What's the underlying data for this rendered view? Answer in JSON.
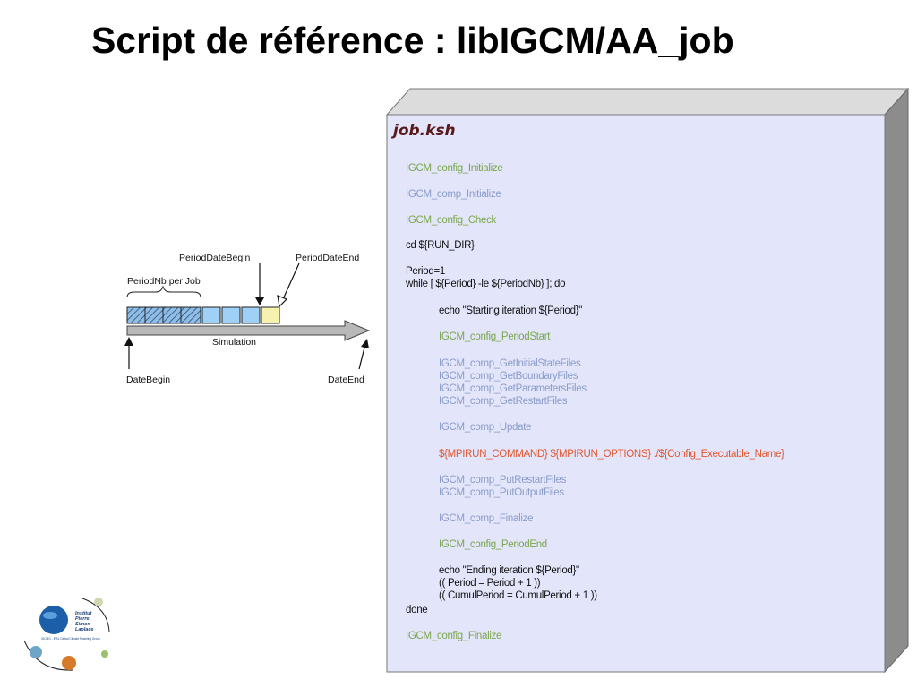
{
  "title": "Script de référence : libIGCM/AA_job",
  "timeline": {
    "period_date_begin": "PeriodDateBegin",
    "period_date_end": "PeriodDateEnd",
    "periodnb_per_job": "PeriodNb per Job",
    "simulation": "Simulation",
    "date_begin": "DateBegin",
    "date_end": "DateEnd",
    "hatched_color": "#8fbde6",
    "block_color": "#9fd0f5",
    "current_color": "#f7f1b0"
  },
  "box": {
    "title": "job.ksh",
    "fill_color": "#e3e5fb",
    "lines": [
      {
        "text": "IGCM_config_Initialize",
        "color": "green"
      },
      {
        "text": "IGCM_comp_Initialize",
        "color": "blue"
      },
      {
        "text": "IGCM_config_Check",
        "color": "green"
      },
      {
        "text": "cd ${RUN_DIR}",
        "color": "black"
      },
      {
        "text": "Period=1",
        "color": "black"
      },
      {
        "text": "while [ ${Period} -le ${PeriodNb} ]; do",
        "color": "black"
      },
      {
        "text": "echo \"Starting iteration ${Period}\"",
        "color": "black"
      },
      {
        "text": "IGCM_config_PeriodStart",
        "color": "green"
      },
      {
        "text": "IGCM_comp_GetInitialStateFiles",
        "color": "blue"
      },
      {
        "text": "IGCM_comp_GetBoundaryFiles",
        "color": "blue"
      },
      {
        "text": "IGCM_comp_GetParametersFiles",
        "color": "blue"
      },
      {
        "text": "IGCM_comp_GetRestartFiles",
        "color": "blue"
      },
      {
        "text": "IGCM_comp_Update",
        "color": "blue"
      },
      {
        "text": "${MPIRUN_COMMAND} ${MPIRUN_OPTIONS} ./${Config_Executable_Name}",
        "color": "red"
      },
      {
        "text": "IGCM_comp_PutRestartFiles",
        "color": "blue"
      },
      {
        "text": "IGCM_comp_PutOutputFiles",
        "color": "blue"
      },
      {
        "text": "IGCM_comp_Finalize",
        "color": "blue"
      },
      {
        "text": "IGCM_config_PeriodEnd",
        "color": "green"
      },
      {
        "text": "echo \"Ending iteration ${Period}\"",
        "color": "black"
      },
      {
        "text": "(( Period = Period + 1 ))",
        "color": "black"
      },
      {
        "text": "(( CumulPeriod = CumulPeriod + 1 ))",
        "color": "black"
      },
      {
        "text": "done",
        "color": "black"
      },
      {
        "text": "IGCM_config_Finalize",
        "color": "green"
      }
    ]
  },
  "logo": {
    "text": "Institut Pierre Simon Laplace",
    "caption": "IGCMG - IPSL Global Climate Modeling Group"
  }
}
